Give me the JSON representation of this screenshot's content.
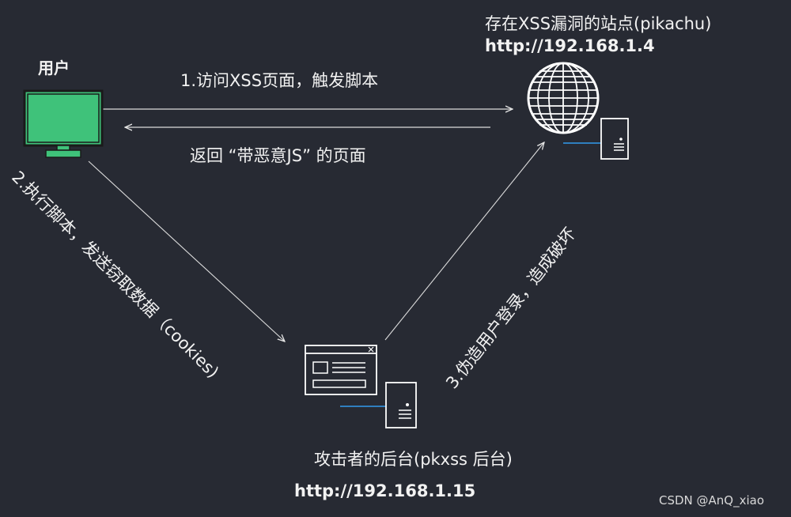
{
  "user": {
    "label": "用户",
    "monitor_color": "#3fc27a"
  },
  "site": {
    "title": "存在XSS漏洞的站点(pikachu)",
    "url": "http://192.168.1.4"
  },
  "attacker": {
    "title": "攻击者的后台(pkxss 后台)",
    "url": "http://192.168.1.15"
  },
  "edges": {
    "step1": "1.访问XSS页面，触发脚本",
    "return": "返回 “带恶意JS” 的页面",
    "step2": "2.执行脚本，发送窃取数据（cookies)",
    "step3": "3.伪造用户登录，造成破坏"
  },
  "watermark": "CSDN @AnQ_xiao"
}
